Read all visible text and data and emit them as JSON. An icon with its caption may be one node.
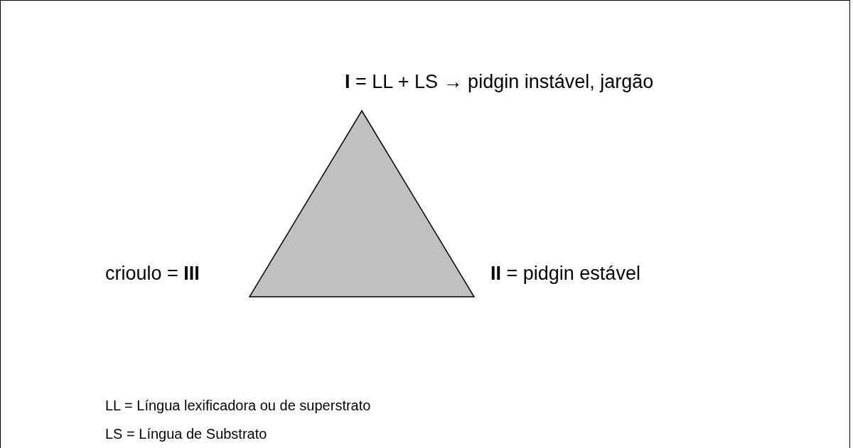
{
  "diagram": {
    "nodes": [
      {
        "text": [],
        "shape": "triangle",
        "beside": [
          "**I** = LL + LS → pidgin instável, jargão",
          "**II** = pidgin estável",
          "crioulo =  **III**"
        ]
      }
    ],
    "edges": [],
    "labels": [
      "LL = Língua lexificadora ou de superstrato",
      "LS = Língua de Substrato"
    ]
  }
}
